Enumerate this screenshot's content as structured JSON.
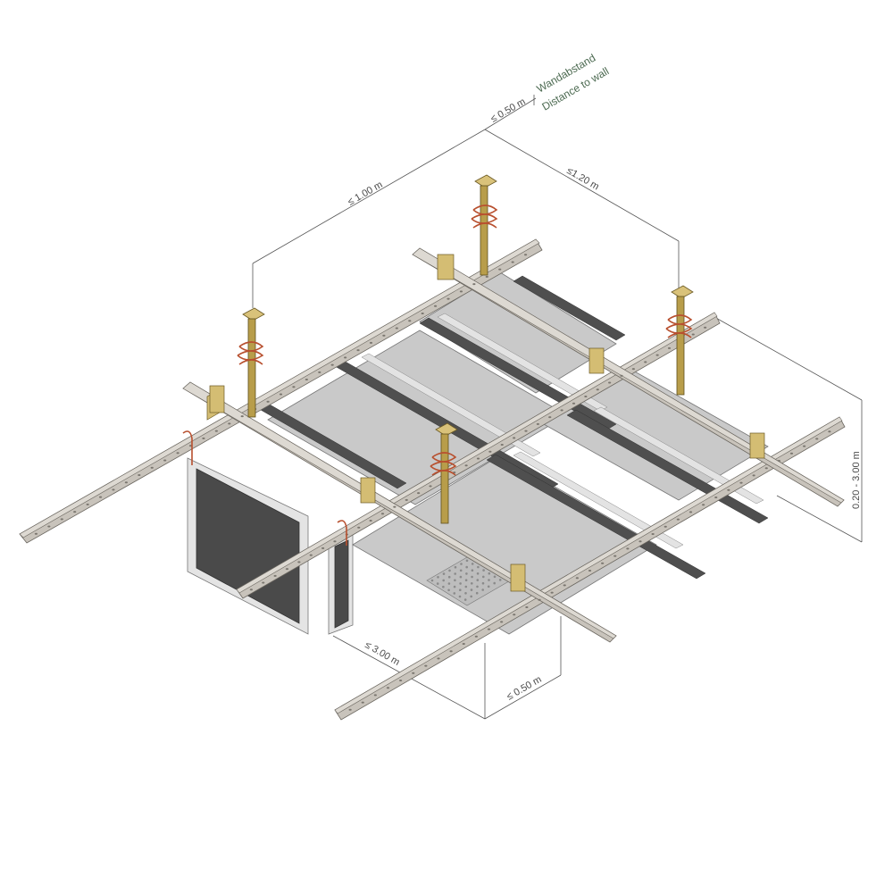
{
  "annotation": {
    "line1": "Wandabstand",
    "line2": "Distance to wall"
  },
  "dimensions": {
    "wall_distance": "≤ 0.50 m",
    "hanger_spacing_a": "≤ 1.00 m",
    "hanger_spacing_b": "≤1.20 m",
    "suspension_height": "0.20 - 3.00 m",
    "rail_spacing": "≤ 3.00 m",
    "edge_distance": "≤ 0.50 m"
  },
  "colors": {
    "rail": "#c8c3bb",
    "panel": "#c9c9c9",
    "hanger": "#d9c27a",
    "spring": "#b8502f",
    "annotation": "#4d6b52"
  }
}
